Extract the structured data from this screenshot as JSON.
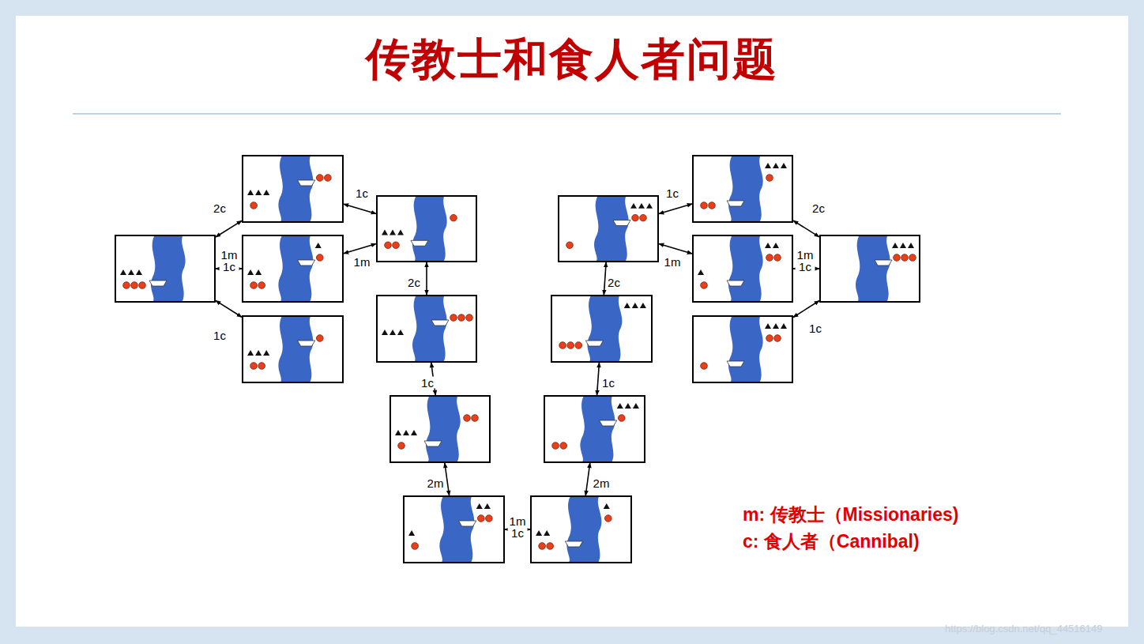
{
  "diagram": {
    "title": "传教士和食人者问题",
    "nodes": [
      {
        "text": []
      },
      {
        "text": []
      },
      {
        "text": []
      },
      {
        "text": []
      },
      {
        "text": []
      },
      {
        "text": []
      },
      {
        "text": []
      },
      {
        "text": []
      },
      {
        "text": []
      },
      {
        "text": []
      },
      {
        "text": []
      },
      {
        "text": []
      },
      {
        "text": []
      },
      {
        "text": []
      },
      {
        "text": []
      },
      {
        "text": []
      }
    ],
    "edges": [
      {
        "from": 0,
        "to": 1,
        "label": "2c",
        "arrow": "both"
      },
      {
        "from": 0,
        "to": 2,
        "label": "1m 1c",
        "arrow": "both"
      },
      {
        "from": 0,
        "to": 3,
        "label": "1c",
        "arrow": "both"
      },
      {
        "from": 1,
        "to": 4,
        "label": "1c",
        "arrow": "both"
      },
      {
        "from": 2,
        "to": 4,
        "label": "1m",
        "arrow": "both"
      },
      {
        "from": 4,
        "to": 5,
        "label": "2c",
        "arrow": "both"
      },
      {
        "from": 5,
        "to": 6,
        "label": "1c",
        "arrow": "both"
      },
      {
        "from": 6,
        "to": 7,
        "label": "2m",
        "arrow": "both"
      },
      {
        "from": 7,
        "to": 8,
        "label": "1m 1c",
        "arrow": "both"
      },
      {
        "from": 8,
        "to": 9,
        "label": "2m",
        "arrow": "both"
      },
      {
        "from": 9,
        "to": 10,
        "label": "1c",
        "arrow": "both"
      },
      {
        "from": 10,
        "to": 11,
        "label": "2c",
        "arrow": "both"
      },
      {
        "from": 11,
        "to": 12,
        "label": "1c",
        "arrow": "both"
      },
      {
        "from": 11,
        "to": 13,
        "label": "1m",
        "arrow": "both"
      },
      {
        "from": 12,
        "to": 15,
        "label": "2c",
        "arrow": "both"
      },
      {
        "from": 13,
        "to": 15,
        "label": "1m 1c",
        "arrow": "both"
      },
      {
        "from": 14,
        "to": 15,
        "label": "1c",
        "arrow": "both"
      }
    ],
    "labels": [
      "m: 传教士（Missionaries)",
      "c: 食人者（Cannibal)",
      "https://blog.csdn.net/qq_44516149"
    ]
  }
}
